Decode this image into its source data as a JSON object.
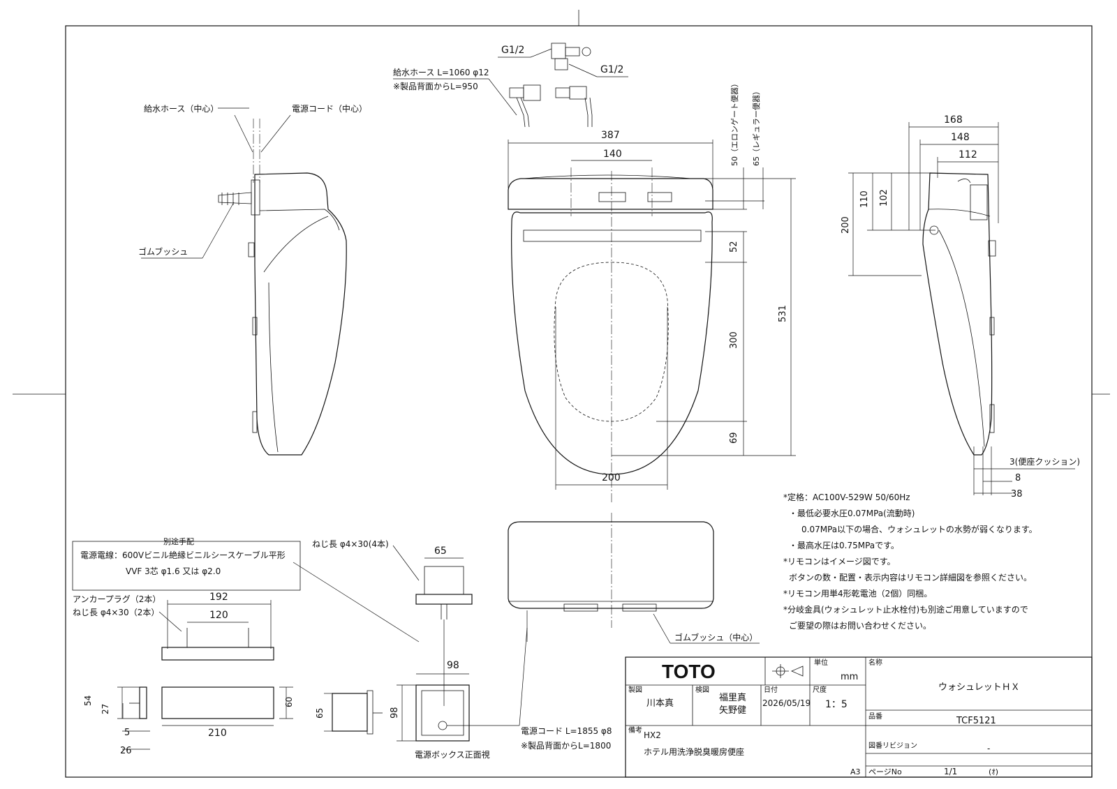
{
  "title_block": {
    "logo": "TOTO",
    "unit_label": "単位",
    "unit_value": "mm",
    "name_label": "名称",
    "name_value": "ウォシュレットＨＸ",
    "drawn_label": "製図",
    "drawn_value": "川本真",
    "checked_label": "検図",
    "checked_value_1": "福里真",
    "checked_value_2": "矢野健",
    "date_label": "日付",
    "date_value": "2026/05/19",
    "scale_label": "尺度",
    "scale_value": "1：5",
    "model_label": "品番",
    "model_value": "TCF5121",
    "remarks_label": "備考",
    "remarks_value_1": "HX2",
    "remarks_value_2": "ホテル用洗浄脱臭暖房便座",
    "revision_label": "図番リビジョン",
    "revision_value": "-",
    "page_label": "ページNo",
    "page_value": "1/1",
    "page_suffix": "(ｵ)",
    "paper_size": "A3"
  },
  "notes": [
    "*定格：AC100V-529W 50/60Hz",
    "・最低必要水圧0.07MPa(流動時)",
    "0.07MPa以下の場合、ウォシュレットの水勢が弱くなります。",
    "・最高水圧は0.75MPaです。",
    "*リモコンはイメージ図です。",
    "ボタンの数・配置・表示内容はリモコン詳細図を参照ください。",
    "*リモコン用単4形乾電池（2個）同梱。",
    "*分岐金具(ウォシュレット止水栓付)も別途ご用意していますので",
    "ご要望の際はお問い合わせください。"
  ],
  "separate_arrangement": {
    "heading": "別途手配",
    "line1": "電源電線：600Vビニル絶縁ビニルシースケーブル平形",
    "line2": "VVF 3芯 φ1.6 又は φ2.0"
  },
  "labels": {
    "supply_hose_center": "給水ホース（中心）",
    "power_cord_center": "電源コード（中心）",
    "rubber_bush": "ゴムブッシュ",
    "rubber_bush_center": "ゴムブッシュ（中心）",
    "g12_a": "G1/2",
    "g12_b": "G1/2",
    "supply_hose": "給水ホース L=1060 φ12",
    "supply_hose_note": "※製品背面からL=950",
    "elongated": "50（エロンゲート便器）",
    "regular": "65（レギュラー便器）",
    "cushion": "3(便座クッション)",
    "screw_4": "ねじ長 φ4×30(4本)",
    "anchor": "アンカープラグ（2本）",
    "screw_2": "ねじ長 φ4×30（2本）",
    "power_cord": "電源コード L=1855 φ8",
    "power_cord_note": "※製品背面からL=1800",
    "power_box_front": "電源ボックス正面視"
  },
  "dimensions": {
    "d387": "387",
    "d140": "140",
    "d200": "200",
    "d52": "52",
    "d300": "300",
    "d69": "69",
    "d531": "531",
    "d168": "168",
    "d148": "148",
    "d112": "112",
    "d110": "110",
    "d102": "102",
    "d200v": "200",
    "d8": "8",
    "d38": "38",
    "d65": "65",
    "d192": "192",
    "d120": "120",
    "d98a": "98",
    "d98b": "98",
    "d54": "54",
    "d27": "27",
    "d60": "60",
    "d5": "5",
    "d210": "210",
    "d26": "26",
    "d65v": "65"
  }
}
